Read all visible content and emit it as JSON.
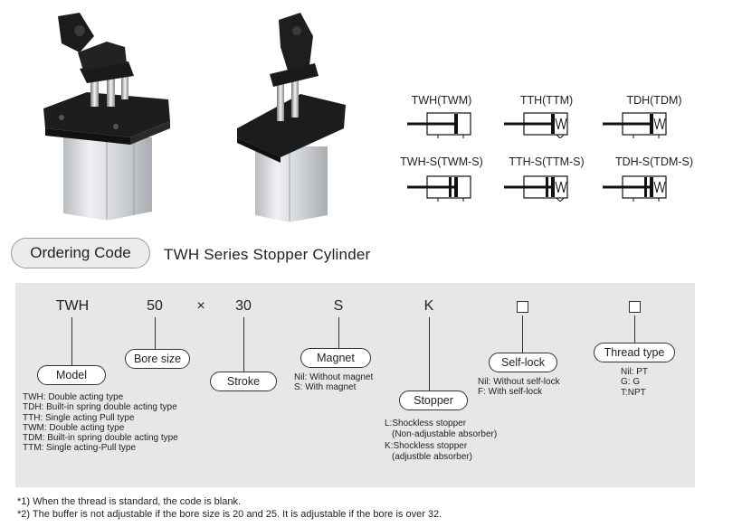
{
  "symbols": [
    {
      "label": "TWH(TWM)",
      "kind": "double"
    },
    {
      "label": "TTH(TTM)",
      "kind": "spring"
    },
    {
      "label": "TDH(TDM)",
      "kind": "spring-plain"
    },
    {
      "label": "TWH-S(TWM-S)",
      "kind": "double-s"
    },
    {
      "label": "TTH-S(TTM-S)",
      "kind": "spring-s"
    },
    {
      "label": "TDH-S(TDM-S)",
      "kind": "spring-plain-s"
    }
  ],
  "ordering": {
    "tab_label": "Ordering Code",
    "series_title": "TWH Series Stopper Cylinder",
    "codes": {
      "model": "TWH",
      "bore": "50",
      "separator": "×",
      "stroke": "30",
      "magnet": "S",
      "stopper": "K"
    },
    "fields": {
      "model": {
        "label": "Model",
        "options": [
          "TWH: Double acting type",
          "TDH: Built-in spring double acting type",
          "TTH: Single acting Pull type",
          "TWM: Double acting type",
          "TDM: Built-in spring double acting type",
          "TTM: Single acting-Pull type"
        ]
      },
      "bore": {
        "label": "Bore size"
      },
      "stroke": {
        "label": "Stroke"
      },
      "magnet": {
        "label": "Magnet",
        "options": [
          "Nil: Without magnet",
          "S: With magnet"
        ]
      },
      "stopper": {
        "label": "Stopper",
        "options": [
          "L:Shockless stopper",
          "(Non-adjustable absorber)",
          "K:Shockless stopper",
          "(adjustble absorber)"
        ]
      },
      "selflock": {
        "label": "Self-lock",
        "options": [
          "Nil: Without self-lock",
          "F: With self-lock"
        ]
      },
      "thread": {
        "label": "Thread type",
        "options": [
          "Nil: PT",
          "G: G",
          "T:NPT"
        ]
      }
    }
  },
  "notes": [
    "*1) When the thread is standard, the code is blank.",
    "*2) The buffer is not adjustable if the bore size is 20 and 25. It is adjustable if the bore is over 32."
  ]
}
